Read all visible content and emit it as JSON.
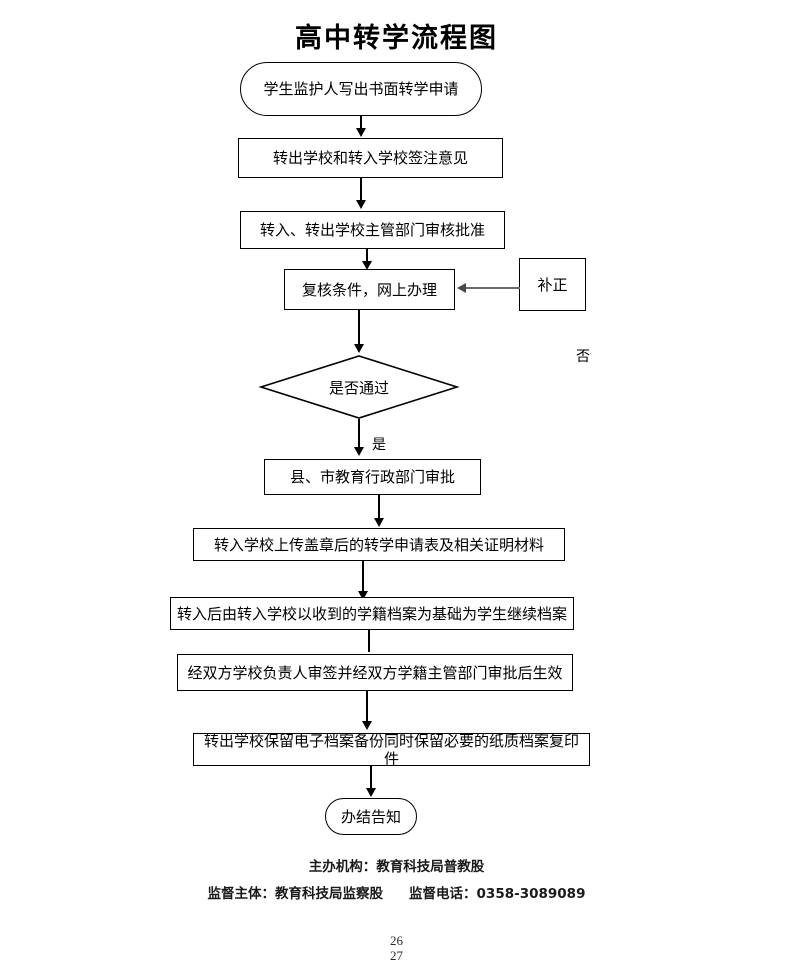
{
  "document": {
    "title": "高中转学流程图"
  },
  "flow": {
    "nodes": [
      {
        "id": "start",
        "shape": "rounded",
        "label": "学生监护人写出书面转学申请"
      },
      {
        "id": "step1",
        "shape": "rectangle",
        "label": "转出学校和转入学校签注意见"
      },
      {
        "id": "step2",
        "shape": "rectangle",
        "label": "转入、转出学校主管部门审核批准"
      },
      {
        "id": "step3",
        "shape": "rectangle",
        "label": "复核条件，网上办理"
      },
      {
        "id": "fix",
        "shape": "rectangle",
        "label": "补正"
      },
      {
        "id": "decision",
        "shape": "diamond",
        "label": "是否通过"
      },
      {
        "id": "step4",
        "shape": "rectangle",
        "label": "县、市教育行政部门审批"
      },
      {
        "id": "step5",
        "shape": "rectangle",
        "label": "转入学校上传盖章后的转学申请表及相关证明材料"
      },
      {
        "id": "step6",
        "shape": "rectangle",
        "label": "转入后由转入学校以收到的学籍档案为基础为学生继续档案"
      },
      {
        "id": "step7",
        "shape": "rectangle",
        "label": "经双方学校负责人审签并经双方学籍主管部门审批后生效"
      },
      {
        "id": "step8",
        "shape": "rectangle",
        "label": "转出学校保留电子档案备份同时保留必要的纸质档案复印件"
      },
      {
        "id": "end",
        "shape": "rounded",
        "label": "办结告知"
      }
    ],
    "edge_labels": {
      "yes": "是",
      "no": "否"
    }
  },
  "footer": {
    "line1": "主办机构：教育科技局普教股",
    "line2_left": "监督主体：教育科技局监察股",
    "line2_right_label": "监督电话：",
    "phone": "0358-3089089"
  },
  "page_numbers": {
    "current": "26",
    "total": "27"
  }
}
